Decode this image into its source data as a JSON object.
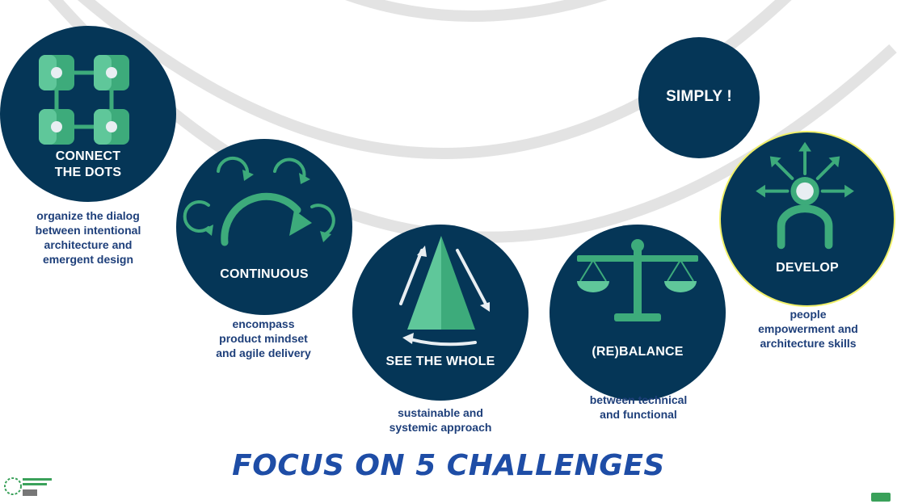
{
  "colors": {
    "circle_bg": "#053657",
    "accent_green": "#3dab7b",
    "light_green": "#5fc79a",
    "arc_gray": "#e3e3e3",
    "text_blue": "#1e3f7a",
    "title_blue": "#1e4da6",
    "highlight_ring": "#f1f06a"
  },
  "title": "FOCUS ON 5 CHALLENGES",
  "challenges": [
    {
      "label_lines": [
        "CONNECT",
        "THE DOTS"
      ],
      "icon": "connected-dots-icon",
      "description_lines": [
        "organize the dialog",
        "between intentional",
        "architecture and",
        "emergent design"
      ]
    },
    {
      "label_lines": [
        "CONTINUOUS"
      ],
      "icon": "cycle-arrows-icon",
      "description_lines": [
        "encompass",
        "product mindset",
        "and agile delivery"
      ]
    },
    {
      "label_lines": [
        "SEE THE WHOLE"
      ],
      "icon": "cone-rotate-icon",
      "description_lines": [
        "sustainable and",
        "systemic approach"
      ]
    },
    {
      "label_lines": [
        "(RE)BALANCE"
      ],
      "icon": "balance-scale-icon",
      "description_lines": [
        "between technical",
        "and functional"
      ]
    },
    {
      "label_lines": [
        "DEVELOP"
      ],
      "icon": "person-arrows-icon",
      "description_lines": [
        "people",
        "empowerment and",
        "architecture skills"
      ]
    }
  ],
  "simply": "SIMPLY !"
}
